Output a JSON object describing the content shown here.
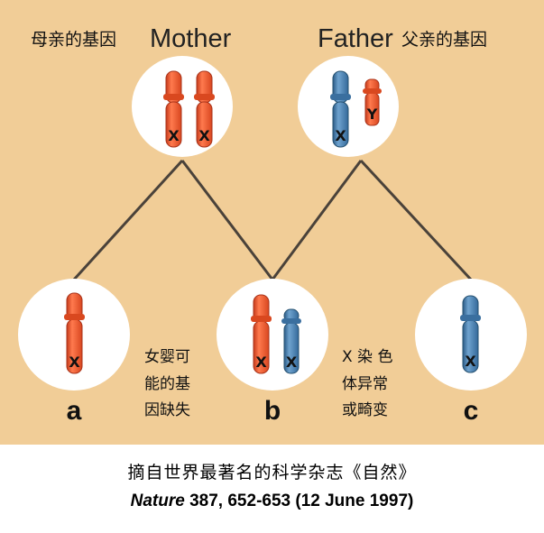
{
  "labels": {
    "mother_cn": "母亲的基因",
    "mother_en": "Mother",
    "father_en": "Father",
    "father_cn": "父亲的基因"
  },
  "chromosomes": {
    "mother": [
      "X",
      "X"
    ],
    "father": [
      "X",
      "Y"
    ],
    "a": [
      "X"
    ],
    "b": [
      "X",
      "X"
    ],
    "c": [
      "X"
    ]
  },
  "offspring": {
    "a": "a",
    "b": "b",
    "c": "c"
  },
  "notes": {
    "left": [
      "女婴可",
      "能的基",
      "因缺失"
    ],
    "right": [
      "X 染 色",
      "体异常",
      "或畸变"
    ]
  },
  "caption": {
    "title": "摘自世界最著名的科学杂志《自然》",
    "journal": "Nature",
    "citation": " 387, 652-653 (12 June 1997)"
  },
  "colors": {
    "background": "#f1cd97",
    "maternal": "#e8542b",
    "paternal": "#3c78a8",
    "line": "#4a423a"
  }
}
